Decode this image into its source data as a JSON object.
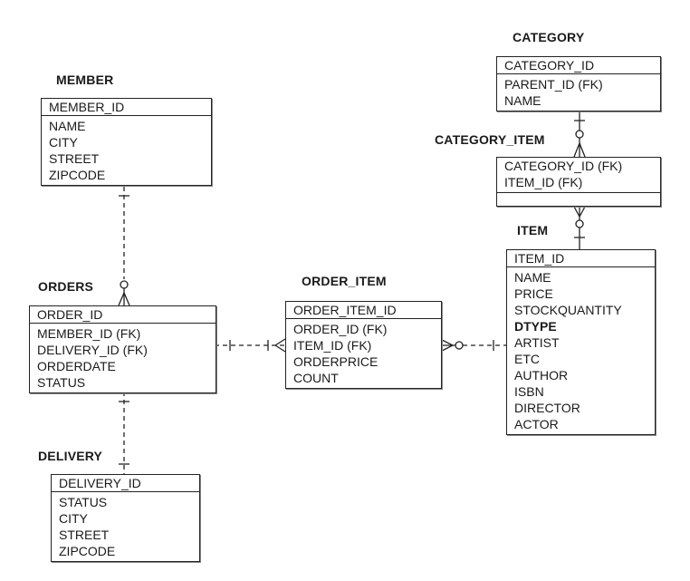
{
  "entities": {
    "member": {
      "title": "MEMBER",
      "pk": "MEMBER_ID",
      "attrs": [
        "NAME",
        "CITY",
        "STREET",
        "ZIPCODE"
      ]
    },
    "orders": {
      "title": "ORDERS",
      "pk": "ORDER_ID",
      "attrs": [
        "MEMBER_ID (FK)",
        "DELIVERY_ID (FK)",
        "ORDERDATE",
        "STATUS"
      ]
    },
    "delivery": {
      "title": "DELIVERY",
      "pk": "DELIVERY_ID",
      "attrs": [
        "STATUS",
        "CITY",
        "STREET",
        "ZIPCODE"
      ]
    },
    "order_item": {
      "title": "ORDER_ITEM",
      "pk": "ORDER_ITEM_ID",
      "attrs": [
        "ORDER_ID (FK)",
        "ITEM_ID (FK)",
        "ORDERPRICE",
        "COUNT"
      ]
    },
    "category": {
      "title": "CATEGORY",
      "pk": "CATEGORY_ID",
      "attrs": [
        "PARENT_ID (FK)",
        "NAME"
      ]
    },
    "category_item": {
      "title": "CATEGORY_ITEM",
      "pk": "CATEGORY_ID (FK)",
      "attrs": [
        "ITEM_ID (FK)"
      ]
    },
    "item": {
      "title": "ITEM",
      "pk": "ITEM_ID",
      "attrs": [
        "NAME",
        "PRICE",
        "STOCKQUANTITY",
        "DTYPE",
        "ARTIST",
        "ETC",
        "AUTHOR",
        "ISBN",
        "DIRECTOR",
        "ACTOR"
      ]
    }
  },
  "relationships": [
    {
      "from": "MEMBER",
      "to": "ORDERS",
      "style": "dashed",
      "from_end": "one",
      "to_end": "zero-or-many"
    },
    {
      "from": "ORDERS",
      "to": "DELIVERY",
      "style": "dashed",
      "from_end": "one",
      "to_end": "one"
    },
    {
      "from": "ORDERS",
      "to": "ORDER_ITEM",
      "style": "dashed",
      "from_end": "one",
      "to_end": "one-or-many"
    },
    {
      "from": "ORDER_ITEM",
      "to": "ITEM",
      "style": "dashed",
      "from_end": "zero-or-many",
      "to_end": "one"
    },
    {
      "from": "CATEGORY",
      "to": "CATEGORY_ITEM",
      "style": "solid",
      "from_end": "one",
      "to_end": "zero-or-many"
    },
    {
      "from": "CATEGORY_ITEM",
      "to": "ITEM",
      "style": "solid",
      "from_end": "zero-or-many",
      "to_end": "one"
    }
  ]
}
